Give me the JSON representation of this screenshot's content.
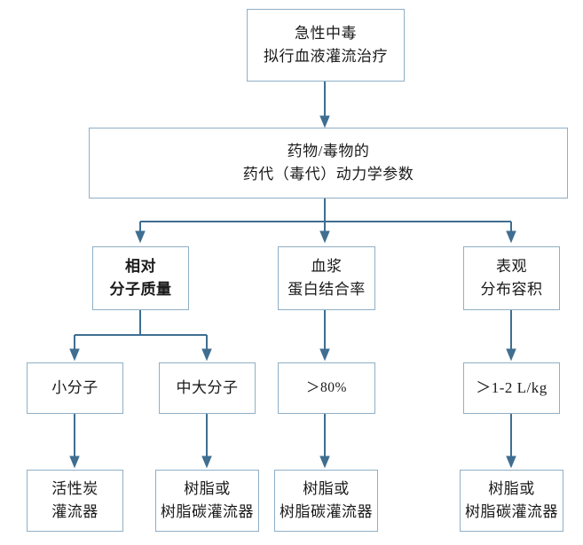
{
  "diagram": {
    "title_node": {
      "id": "acute-poisoning",
      "line1": "急性中毒",
      "line2": "拟行血液灌流治疗"
    },
    "params_node": {
      "id": "pharmacokinetic-parameters",
      "line1": "药物/毒物的",
      "line2": "药代（毒代）动力学参数"
    },
    "criteria": [
      {
        "id": "relative-molecular-mass",
        "line1": "相对",
        "line2": "分子质量",
        "bold": true
      },
      {
        "id": "plasma-protein-binding-rate",
        "line1": "血浆",
        "line2": "蛋白结合率",
        "bold": false
      },
      {
        "id": "apparent-volume-of-distribution",
        "line1": "表观",
        "line2": "分布容积",
        "bold": false
      }
    ],
    "values": [
      {
        "id": "small-molecule",
        "text": "小分子"
      },
      {
        "id": "medium-large-molecule",
        "text": "中大分子"
      },
      {
        "id": "binding-over-80-percent",
        "text": "＞80%"
      },
      {
        "id": "vd-over-1-2-l-per-kg",
        "text": "＞1-2 L/kg"
      }
    ],
    "devices": [
      {
        "id": "activated-carbon-perfusion-device",
        "line1": "活性炭",
        "line2": "灌流器"
      },
      {
        "id": "resin-or-resin-carbon-perfusion-device-1",
        "line1": "树脂或",
        "line2": "树脂碳灌流器"
      },
      {
        "id": "resin-or-resin-carbon-perfusion-device-2",
        "line1": "树脂或",
        "line2": "树脂碳灌流器"
      },
      {
        "id": "resin-or-resin-carbon-perfusion-device-3",
        "line1": "树脂或",
        "line2": "树脂碳灌流器"
      }
    ],
    "colors": {
      "node_border": "#8FAFC6",
      "connector": "#3F6E91",
      "background": "#FFFFFF",
      "text": "#1A1A1A"
    }
  }
}
